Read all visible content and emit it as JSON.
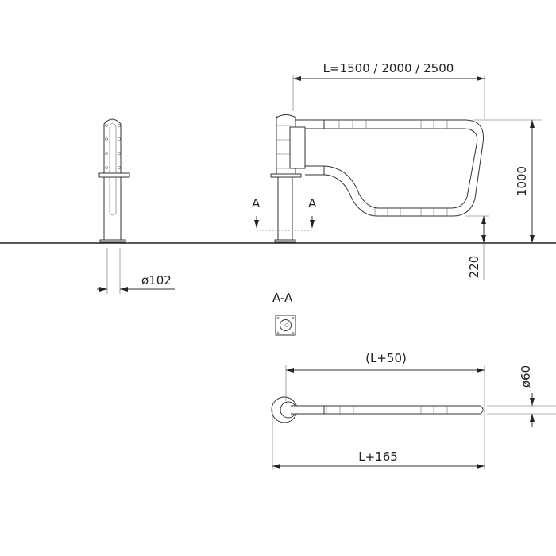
{
  "dimensions": {
    "length": "L=1500 / 2000 / 2500",
    "height": "1000",
    "clearance": "220",
    "post_diameter": "ø102",
    "section_marker_left": "A",
    "section_marker_right": "A",
    "section_label": "A-A",
    "plan_inner_length": "(L+50)",
    "rail_diameter": "ø60",
    "plan_total_length": "L+165"
  },
  "colors": {
    "line": "#333333",
    "background": "#ffffff"
  }
}
